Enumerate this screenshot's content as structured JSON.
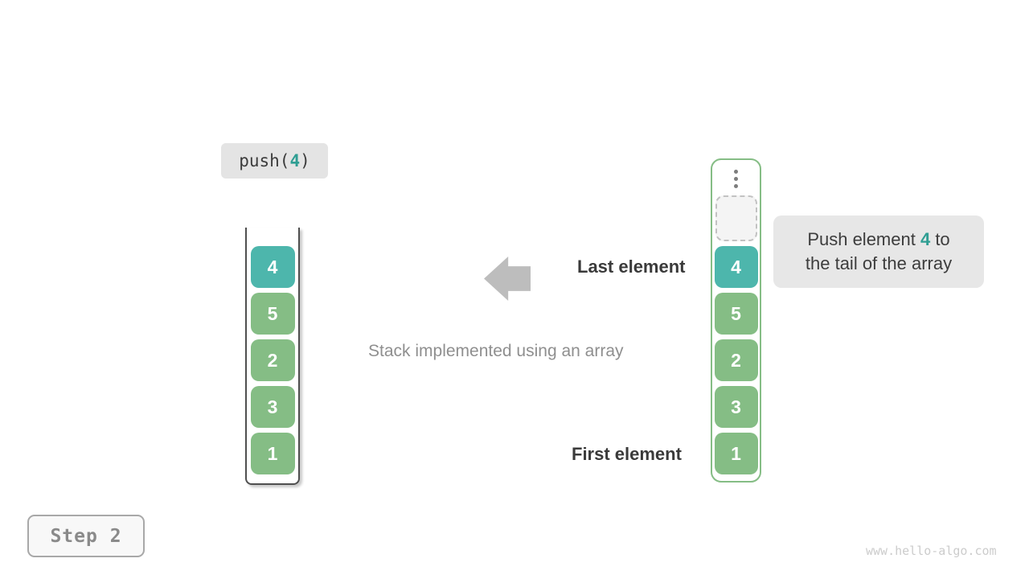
{
  "diagram": {
    "operation_label": {
      "prefix": "push(",
      "arg": "4",
      "suffix": ")"
    },
    "caption": "Stack implemented using an array",
    "last_element_label": "Last element",
    "first_element_label": "First element"
  },
  "left_stack": {
    "cells": [
      {
        "value": "4",
        "bg": "#4db6ac"
      },
      {
        "value": "5",
        "bg": "#85bd85"
      },
      {
        "value": "2",
        "bg": "#85bd85"
      },
      {
        "value": "3",
        "bg": "#85bd85"
      },
      {
        "value": "1",
        "bg": "#85bd85"
      }
    ]
  },
  "right_array": {
    "ellipsis_icon": "vertical-ellipsis",
    "cells": [
      {
        "value": "4",
        "bg": "#4db6ac"
      },
      {
        "value": "5",
        "bg": "#85bd85"
      },
      {
        "value": "2",
        "bg": "#85bd85"
      },
      {
        "value": "3",
        "bg": "#85bd85"
      },
      {
        "value": "1",
        "bg": "#85bd85"
      }
    ]
  },
  "tooltip": {
    "line1_prefix": "Push element ",
    "highlight": "4",
    "line1_suffix": " to",
    "line2": "the tail of the array"
  },
  "step_badge": {
    "label": "Step 2"
  },
  "watermark": "www.hello-algo.com",
  "colors": {
    "teal_cell": "#4db6ac",
    "green_cell": "#85bd85",
    "accent_text": "#2f9e93",
    "label_bg": "#e4e4e4",
    "tooltip_bg": "#e7e7e7",
    "arrow_gray": "#bdbdbd"
  }
}
